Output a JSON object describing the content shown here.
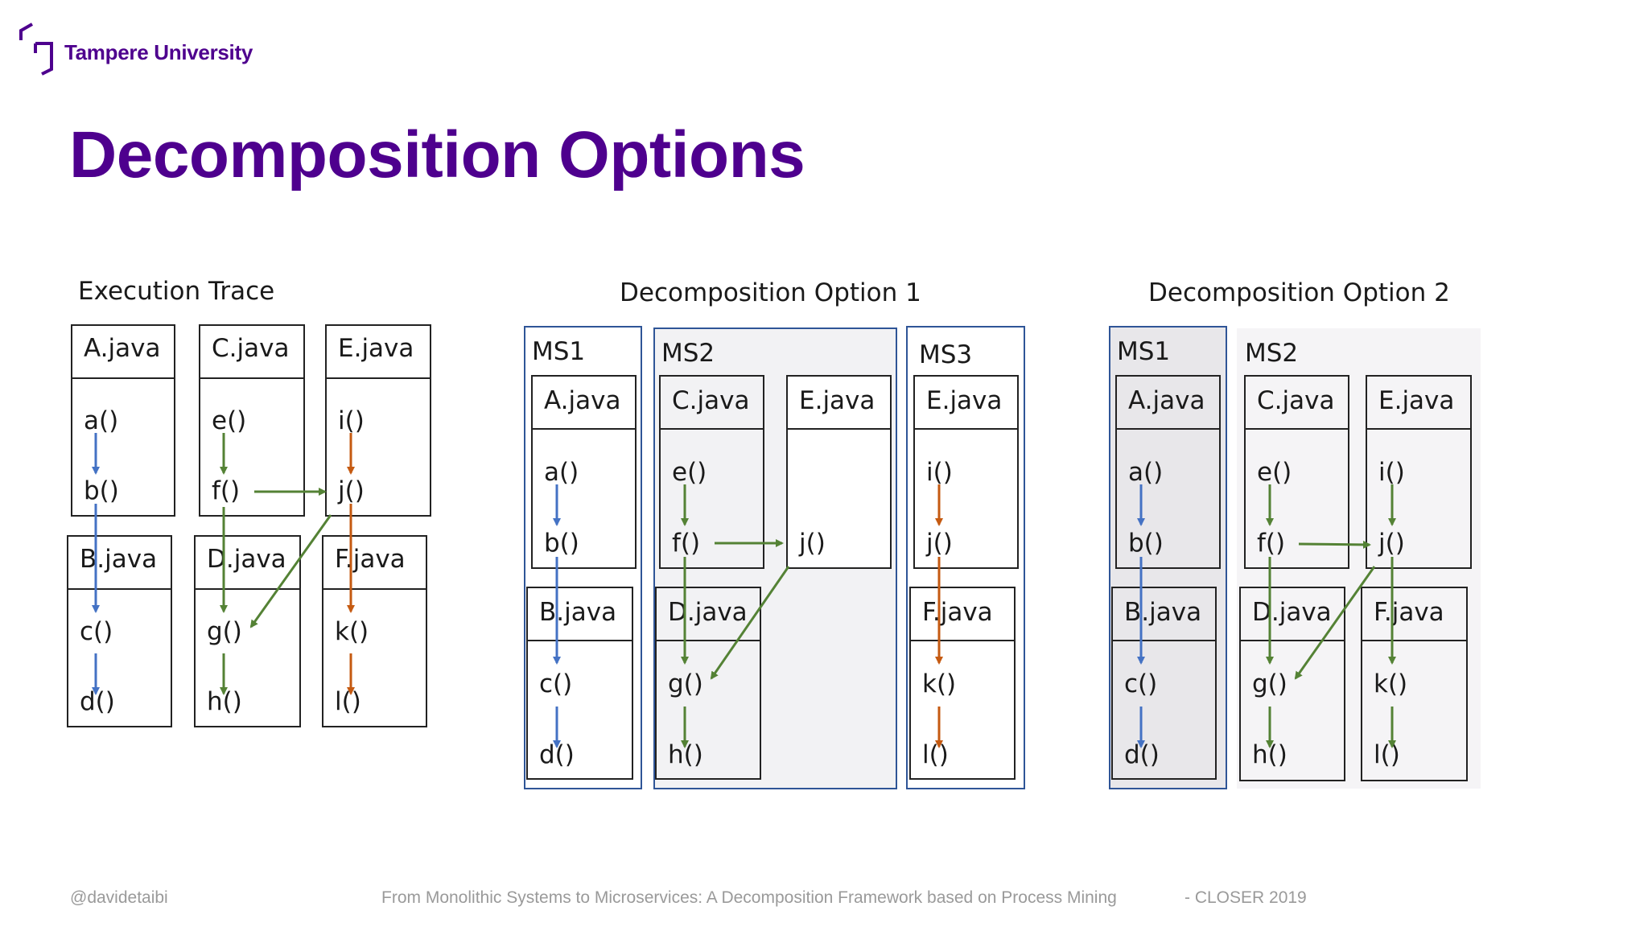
{
  "header": {
    "logo_text": "Tampere University",
    "title": "Decomposition Options"
  },
  "colors": {
    "brand": "#4e008e",
    "blue_flow": "#4472c4",
    "green_flow": "#548235",
    "orange_flow": "#c55a11",
    "ms_border": "#2f5597"
  },
  "trace": {
    "heading": "Execution Trace",
    "boxes": {
      "a_java": {
        "name": "A.java",
        "m1": "a()",
        "m2": "b()"
      },
      "c_java": {
        "name": "C.java",
        "m1": "e()",
        "m2": "f()"
      },
      "e_java": {
        "name": "E.java",
        "m1": "i()",
        "m2": "j()"
      },
      "b_java": {
        "name": "B.java",
        "m1": "c()",
        "m2": "d()"
      },
      "d_java": {
        "name": "D.java",
        "m1": "g()",
        "m2": "h()"
      },
      "f_java": {
        "name": "F.java",
        "m1": "k()",
        "m2": "l()"
      }
    }
  },
  "opt1": {
    "heading": "Decomposition Option 1",
    "ms1": "MS1",
    "ms2": "MS2",
    "ms3": "MS3",
    "boxes": {
      "a_java": {
        "name": "A.java",
        "m1": "a()",
        "m2": "b()"
      },
      "c_java": {
        "name": "C.java",
        "m1": "e()",
        "m2": "f()"
      },
      "e_java": {
        "name": "E.java",
        "m1": "j()"
      },
      "e2_java": {
        "name": "E.java",
        "m1": "i()",
        "m2": "j()"
      },
      "b_java": {
        "name": "B.java",
        "m1": "c()",
        "m2": "d()"
      },
      "d_java": {
        "name": "D.java",
        "m1": "g()",
        "m2": "h()"
      },
      "f_java": {
        "name": "F.java",
        "m1": "k()",
        "m2": "l()"
      }
    }
  },
  "opt2": {
    "heading": "Decomposition Option 2",
    "ms1": "MS1",
    "ms2": "MS2",
    "boxes": {
      "a_java": {
        "name": "A.java",
        "m1": "a()",
        "m2": "b()"
      },
      "c_java": {
        "name": "C.java",
        "m1": "e()",
        "m2": "f()"
      },
      "e_java": {
        "name": "E.java",
        "m1": "i()",
        "m2": "j()"
      },
      "b_java": {
        "name": "B.java",
        "m1": "c()",
        "m2": "d()"
      },
      "d_java": {
        "name": "D.java",
        "m1": "g()",
        "m2": "h()"
      },
      "f_java": {
        "name": "F.java",
        "m1": "k()",
        "m2": "l()"
      }
    }
  },
  "footer": {
    "handle": "@davidetaibi",
    "paper": "From Monolithic Systems to Microservices: A Decomposition Framework based on Process Mining",
    "conference": "- CLOSER 2019"
  }
}
